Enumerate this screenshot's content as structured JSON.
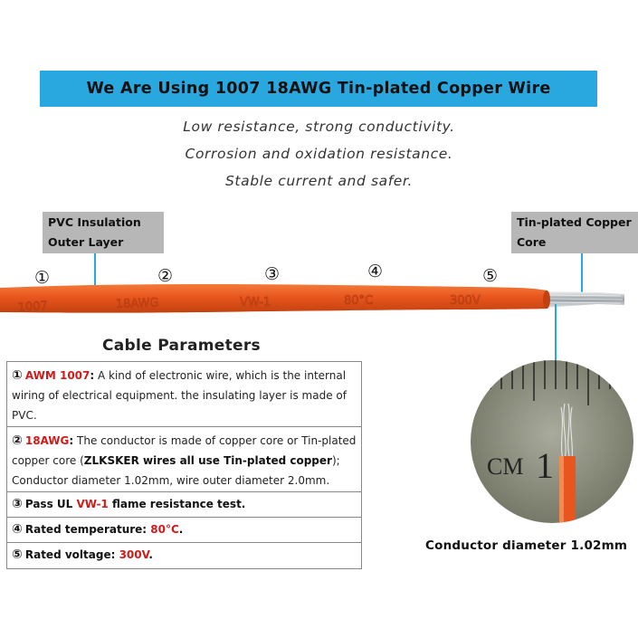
{
  "banner": {
    "title": "We Are Using 1007 18AWG Tin-plated Copper Wire"
  },
  "taglines": [
    "Low resistance, strong conductivity.",
    "Corrosion and oxidation resistance.",
    "Stable current and safer."
  ],
  "labels": {
    "insulation": [
      "PVC Insulation",
      "Outer Layer"
    ],
    "core": [
      "Tin-plated Copper",
      "Core"
    ]
  },
  "markers": [
    "①",
    "②",
    "③",
    "④",
    "⑤"
  ],
  "wire_print": [
    "1007",
    "18AWG",
    "VW-1",
    "80°C",
    "300V"
  ],
  "parameters": {
    "title": "Cable Parameters",
    "rows": [
      {
        "num": "①",
        "key": "AWM 1007",
        "sep": ":",
        "text_a": "  A kind of electronic wire, which is the internal wiring of electrical equipment. the insulating layer is made of PVC."
      },
      {
        "num": "②",
        "key": "18AWG",
        "sep": ":",
        "text_a": " The conductor is made of copper core or Tin-plated copper core (",
        "bold_a": "ZLKSKER wires all use Tin-plated copper",
        "text_b": "); Conductor diameter 1.02mm, wire outer diameter 2.0mm."
      },
      {
        "num": "③",
        "pre": "Pass UL ",
        "key": "VW-1",
        "post": " flame resistance test."
      },
      {
        "num": "④",
        "pre": "Rated temperature: ",
        "key": "80°C",
        "post": "."
      },
      {
        "num": "⑤",
        "pre": "Rated voltage: ",
        "key": "300V",
        "post": "."
      }
    ]
  },
  "ruler": {
    "unit": "CM",
    "digit": "1"
  },
  "caption": "Conductor diameter 1.02mm",
  "colors": {
    "accent": "#29a8e0",
    "wire": "#e8561d",
    "highlight": "#d01b1b",
    "label_bg": "#b7b7b7"
  }
}
